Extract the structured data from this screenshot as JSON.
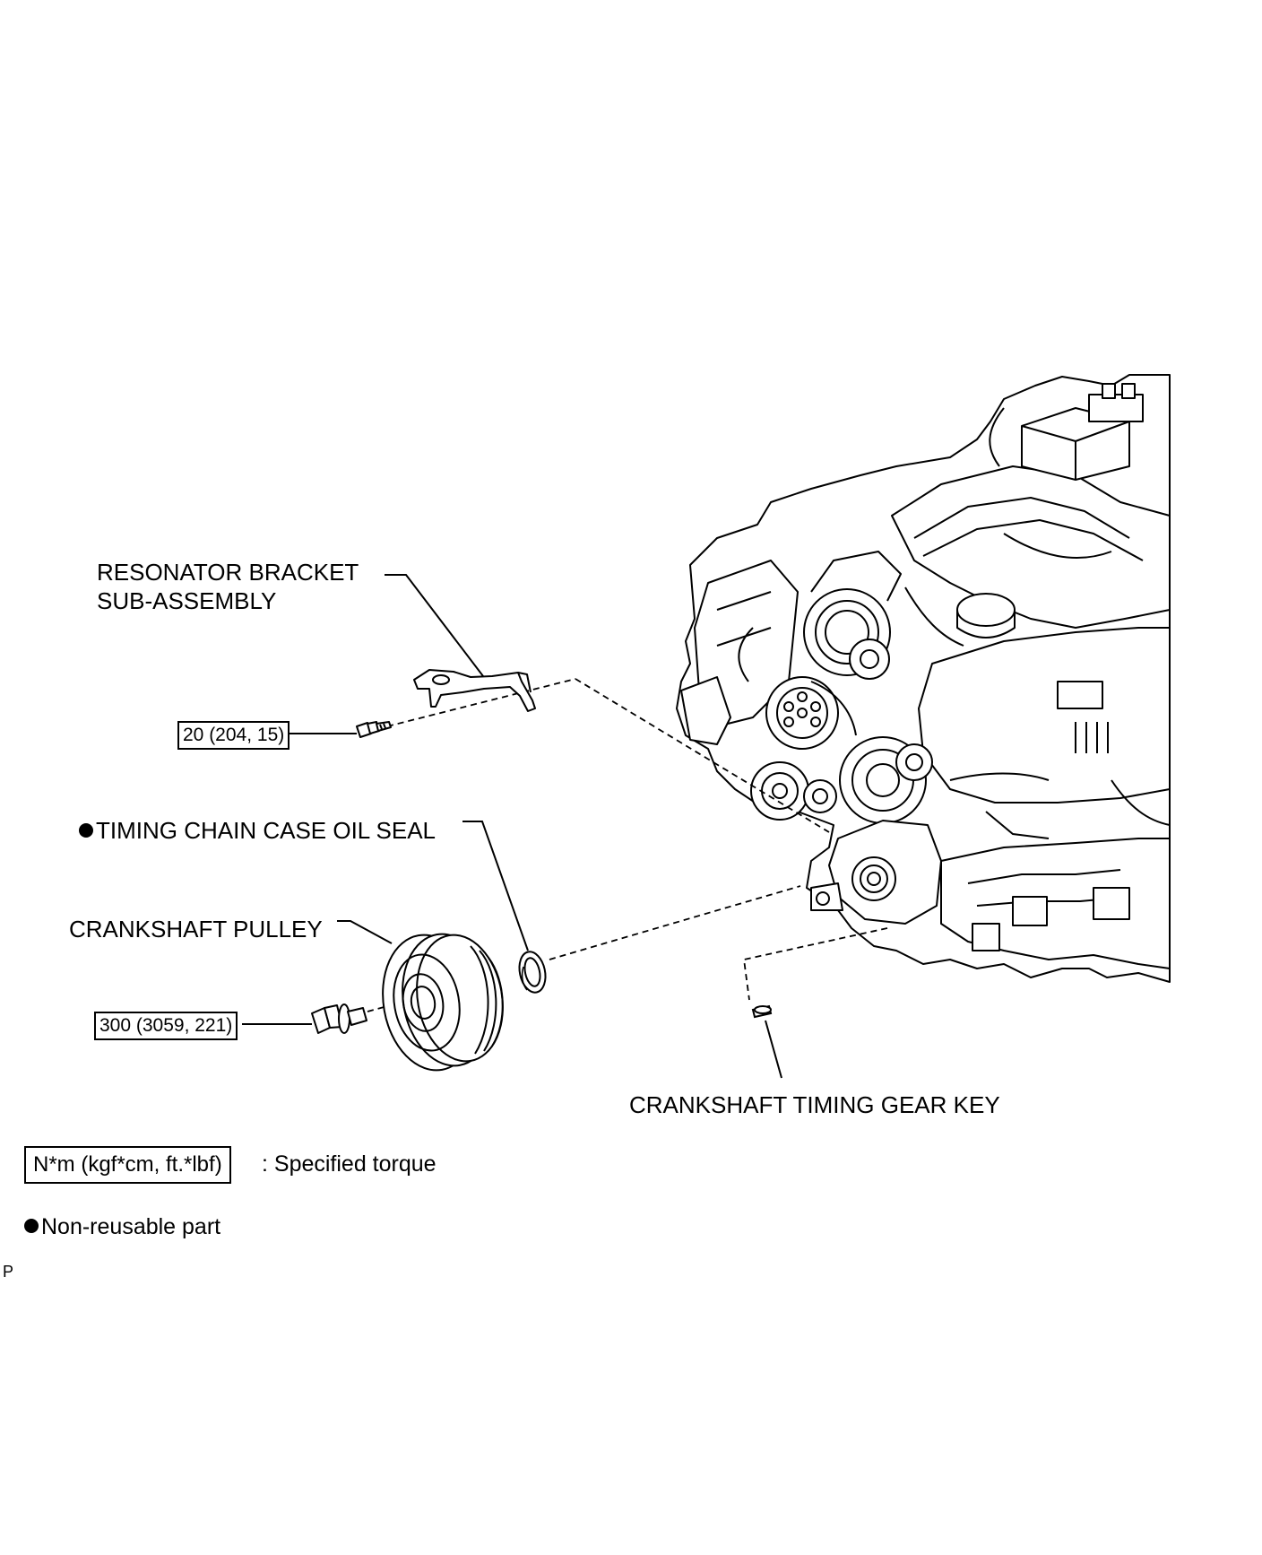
{
  "labels": {
    "resonator_line1": "RESONATOR BRACKET",
    "resonator_line2": "SUB-ASSEMBLY",
    "oil_seal": "TIMING CHAIN CASE OIL SEAL",
    "crankshaft_pulley": "CRANKSHAFT PULLEY",
    "timing_gear_key": "CRANKSHAFT TIMING GEAR KEY"
  },
  "torque": {
    "bracket_bolt": "20 (204, 15)",
    "pulley_bolt": "300 (3059, 221)"
  },
  "legend": {
    "torque_units": "N*m (kgf*cm, ft.*lbf)",
    "torque_desc": ": Specified torque",
    "non_reusable": "Non-reusable part"
  },
  "corner_mark": "P",
  "icons": {
    "non_reusable": "filled-circle"
  }
}
